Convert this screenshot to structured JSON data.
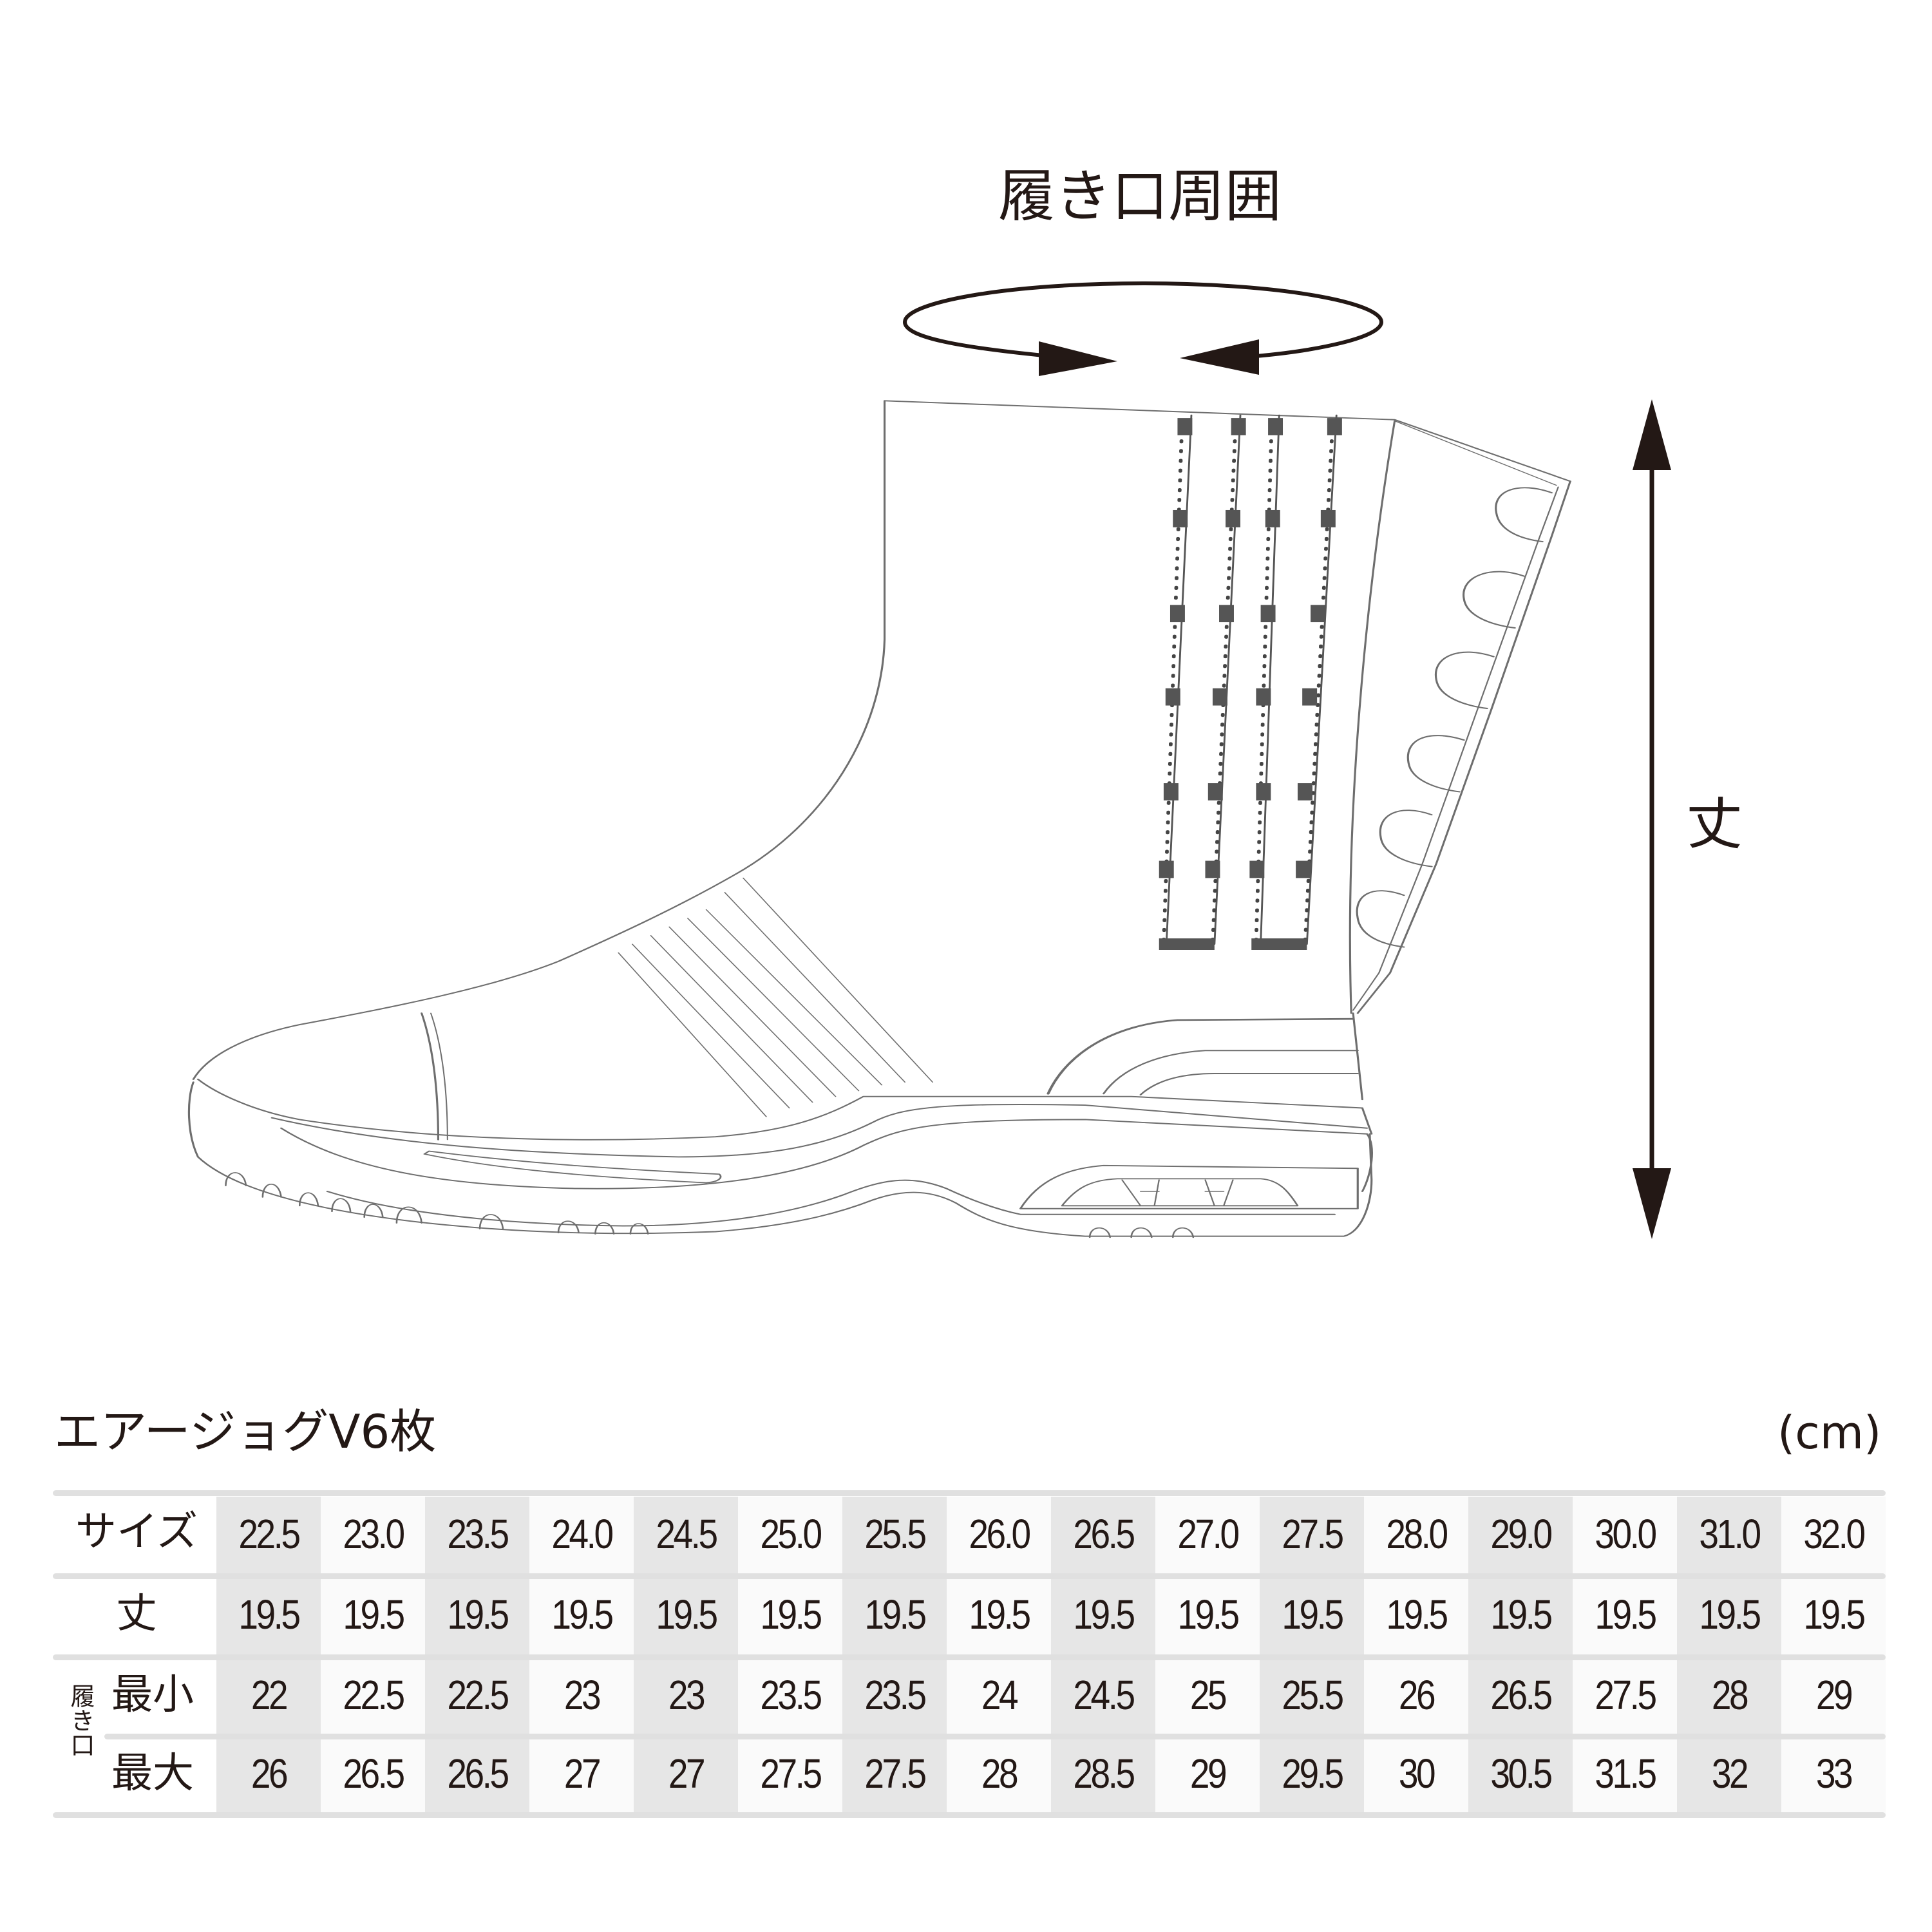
{
  "diagram": {
    "opening_circumference_label": "履き口周囲",
    "height_label": "丈"
  },
  "table_header": {
    "product_title": "エアージョグV6枚",
    "unit": "(cm)"
  },
  "size_table": {
    "row_labels": {
      "size": "サイズ",
      "height": "丈",
      "opening_group": "履き口",
      "opening_min": "最小",
      "opening_max": "最大"
    },
    "sizes": [
      "22.5",
      "23.0",
      "23.5",
      "24.0",
      "24.5",
      "25.0",
      "25.5",
      "26.0",
      "26.5",
      "27.0",
      "27.5",
      "28.0",
      "29.0",
      "30.0",
      "31.0",
      "32.0"
    ],
    "height": [
      "19.5",
      "19.5",
      "19.5",
      "19.5",
      "19.5",
      "19.5",
      "19.5",
      "19.5",
      "19.5",
      "19.5",
      "19.5",
      "19.5",
      "19.5",
      "19.5",
      "19.5",
      "19.5"
    ],
    "opening_min": [
      "22",
      "22.5",
      "22.5",
      "23",
      "23",
      "23.5",
      "23.5",
      "24",
      "24.5",
      "25",
      "25.5",
      "26",
      "26.5",
      "27.5",
      "28",
      "29"
    ],
    "opening_max": [
      "26",
      "26.5",
      "26.5",
      "27",
      "27",
      "27.5",
      "27.5",
      "28",
      "28.5",
      "29",
      "29.5",
      "30",
      "30.5",
      "31.5",
      "32",
      "33"
    ]
  },
  "colors": {
    "text": "#231815",
    "line_art": "#6e6e6e",
    "column_shade_dark": "#e6e6e6",
    "column_shade_light": "#fafafa",
    "row_rule": "#e0e0e0"
  }
}
